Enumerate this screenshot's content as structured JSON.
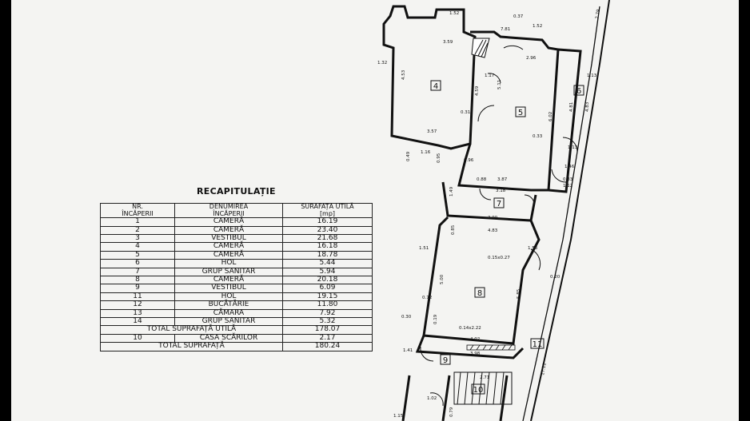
{
  "recap": {
    "title": "RECAPITULAȚIE",
    "header": {
      "col1": [
        "NR.",
        "ÎNCĂPERII"
      ],
      "col2": [
        "DENUMIREA",
        "ÎNCĂPERII"
      ],
      "col3": [
        "SURAFAȚA UTILĂ",
        "[mp]"
      ]
    },
    "rows": [
      {
        "nr": "1",
        "name": "CAMERĂ",
        "area": "16.19"
      },
      {
        "nr": "2",
        "name": "CAMERĂ",
        "area": "23.40"
      },
      {
        "nr": "3",
        "name": "VESTIBUL",
        "area": "21.68"
      },
      {
        "nr": "4",
        "name": "CAMERĂ",
        "area": "16.18"
      },
      {
        "nr": "5",
        "name": "CAMERĂ",
        "area": "18.78"
      },
      {
        "nr": "6",
        "name": "HOL",
        "area": "5.44"
      },
      {
        "nr": "7",
        "name": "GRUP SANITAR",
        "area": "5.94"
      },
      {
        "nr": "8",
        "name": "CAMERĂ",
        "area": "20.18"
      },
      {
        "nr": "9",
        "name": "VESTIBUL",
        "area": "6.09"
      },
      {
        "nr": "11",
        "name": "HOL",
        "area": "19.15"
      },
      {
        "nr": "12",
        "name": "BUCĂTĂRIE",
        "area": "11.80"
      },
      {
        "nr": "13",
        "name": "CĂMARA",
        "area": "7.92"
      },
      {
        "nr": "14",
        "name": "GRUP SANITAR",
        "area": "5.32"
      }
    ],
    "total_useful": {
      "label": "TOTAL SUPRAFAȚĂ UTILĂ",
      "area": "178.07"
    },
    "stair_row": {
      "nr": "10",
      "name": "CASA SCĂRILOR",
      "area": "2.17"
    },
    "total": {
      "label": "TOTAL SUPRAFAȚĂ",
      "area": "180.24"
    }
  },
  "plan": {
    "rooms": {
      "r4": "4",
      "r5": "5",
      "r6": "6",
      "r7": "7",
      "r8": "8",
      "r9": "9",
      "r10": "10",
      "r11": "11"
    },
    "dims": {
      "d1": "1.52",
      "d2": "0.37",
      "d3": "7.81",
      "d4": "1.52",
      "d5": "3.59",
      "d6": "2.96",
      "d7": "2.79",
      "d8": "4.53",
      "d9": "4.59",
      "d10": "5.11",
      "d11": "3.57",
      "d12": "0.31",
      "d13": "6.02",
      "d14": "4.81",
      "d15": "4.83",
      "d16": "0.33",
      "d17": "1.13",
      "d18": "0.49",
      "d19": "0.96",
      "d20": "3.87",
      "d21": "3.18",
      "d22": "1.49",
      "d23": "3.99",
      "d24": "4.83",
      "d25": "5.00",
      "d26": "5.85",
      "d27": "0.15x0.27",
      "d28": "0.20",
      "d29": "0.30",
      "d30": "0.14x2.22",
      "d31": "4.02",
      "d32": "3.98",
      "d33": "2.71",
      "d34": "17.11",
      "d35": "1.13",
      "d36": "0.33",
      "d37": "1.12",
      "d38": "0.95",
      "d39": "1.46",
      "d40": "0.88",
      "d41": "1.32",
      "d42": "1.16",
      "d43": "1.53",
      "d44": "1.17",
      "d45": "0.85",
      "d46": "1.51",
      "d47": "1.41",
      "d48": "0.19",
      "d49": "1.15",
      "d50": "0.72",
      "d51": "1.02",
      "d52": "0.79"
    }
  }
}
